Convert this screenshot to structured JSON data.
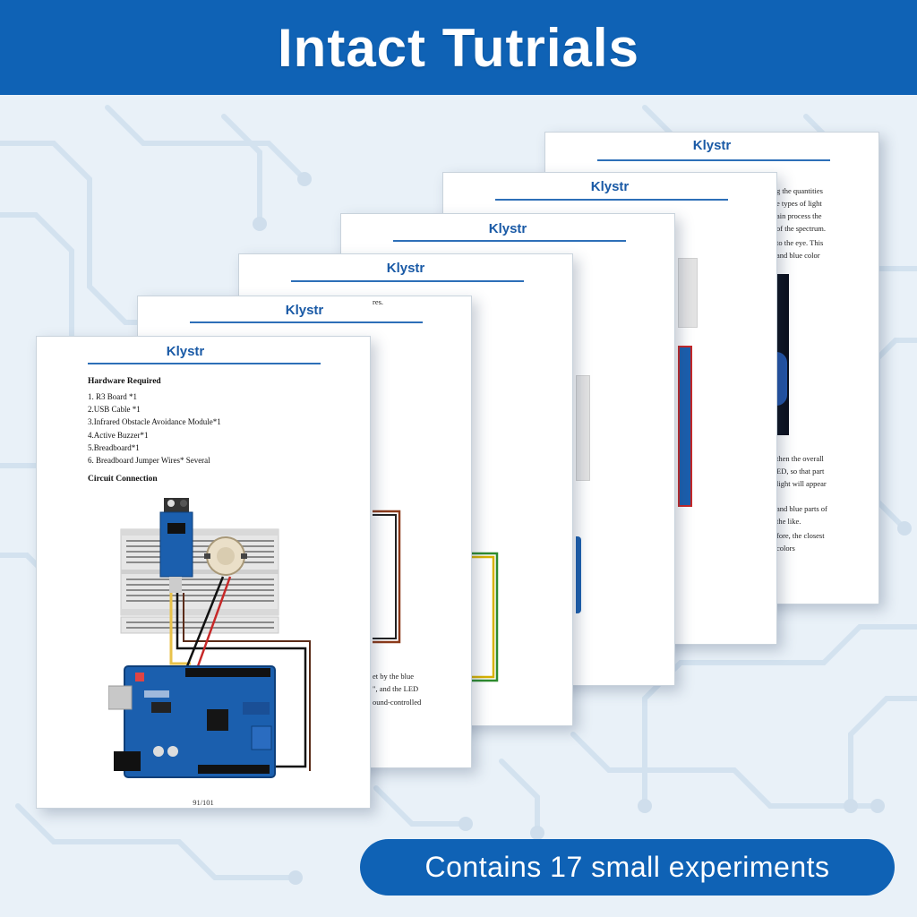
{
  "banner": {
    "title": "Intact Tutrials"
  },
  "pages": [
    {
      "brand": "Klystr",
      "fragments": [
        "g the quantities",
        "e types of light",
        "ain process the",
        "of the spectrum.",
        "to the eye. This",
        "and blue color",
        "then the overall",
        "ED, so that part",
        "light will appear",
        "and blue parts of",
        "the like.",
        "fore, the closest",
        "colors"
      ]
    },
    {
      "brand": "Klystr",
      "fragments": []
    },
    {
      "brand": "Klystr",
      "fragments": []
    },
    {
      "brand": "Klystr",
      "fragments": []
    },
    {
      "brand": "Klystr",
      "fragments": [
        "res.",
        "et by the blue",
        "\", and the LED",
        "ound-controlled"
      ]
    }
  ],
  "front_page": {
    "brand": "Klystr",
    "hardware_title": "Hardware Required",
    "hardware_items": [
      "1. R3 Board *1",
      "2.USB Cable *1",
      "3.Infrared Obstacle Avoidance Module*1",
      "4.Active Buzzer*1",
      "5.Breadboard*1",
      "6. Breadboard Jumper Wires* Several"
    ],
    "circuit_title": "Circuit Connection",
    "page_number": "91/101"
  },
  "badge": {
    "text": "Contains 17 small experiments"
  },
  "colors": {
    "brand_blue": "#0f62b5",
    "page_rule": "#2d6fb8",
    "board_blue": "#1b5fae"
  }
}
